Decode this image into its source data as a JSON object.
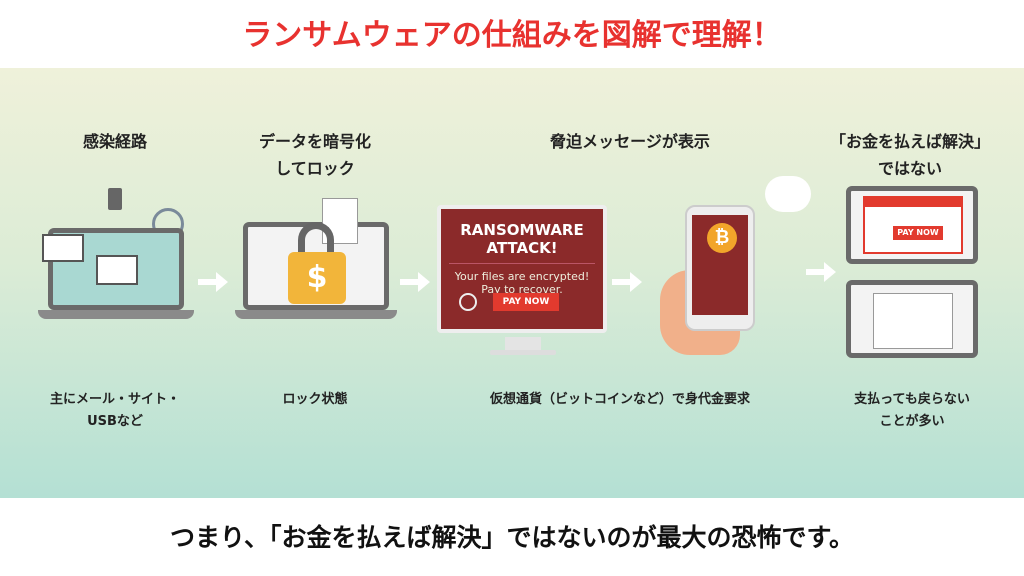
{
  "title": "ランサムウェアの仕組みを図解で理解！",
  "steps": [
    {
      "heading": [
        "感染経路"
      ],
      "caption": [
        "主にメール・サイト・",
        "USBなど"
      ]
    },
    {
      "heading": [
        "データを暗号化",
        "してロック"
      ],
      "caption": [
        "ロック状態"
      ]
    },
    {
      "heading": [
        "脅迫メッセージが表示"
      ],
      "caption": [
        "仮想通貨（ビットコインなど）で身代金要求"
      ]
    },
    {
      "heading": [
        "「お金を払えば解決」",
        "ではない"
      ],
      "caption": [
        "支払っても戻らない",
        "ことが多い"
      ]
    }
  ],
  "ransom_screen": {
    "title": "RANSOMWARE ATTACK!",
    "message": [
      "Your files are encrypted!",
      "Pay to recover."
    ],
    "button": "PAY NOW"
  },
  "pay_button": "PAY NOW",
  "footer": "つまり、「お金を払えば解決」ではないのが最大の恐怖です。",
  "colors": {
    "accent": "#e8322f",
    "ransom_bg": "#8b2a2a"
  }
}
